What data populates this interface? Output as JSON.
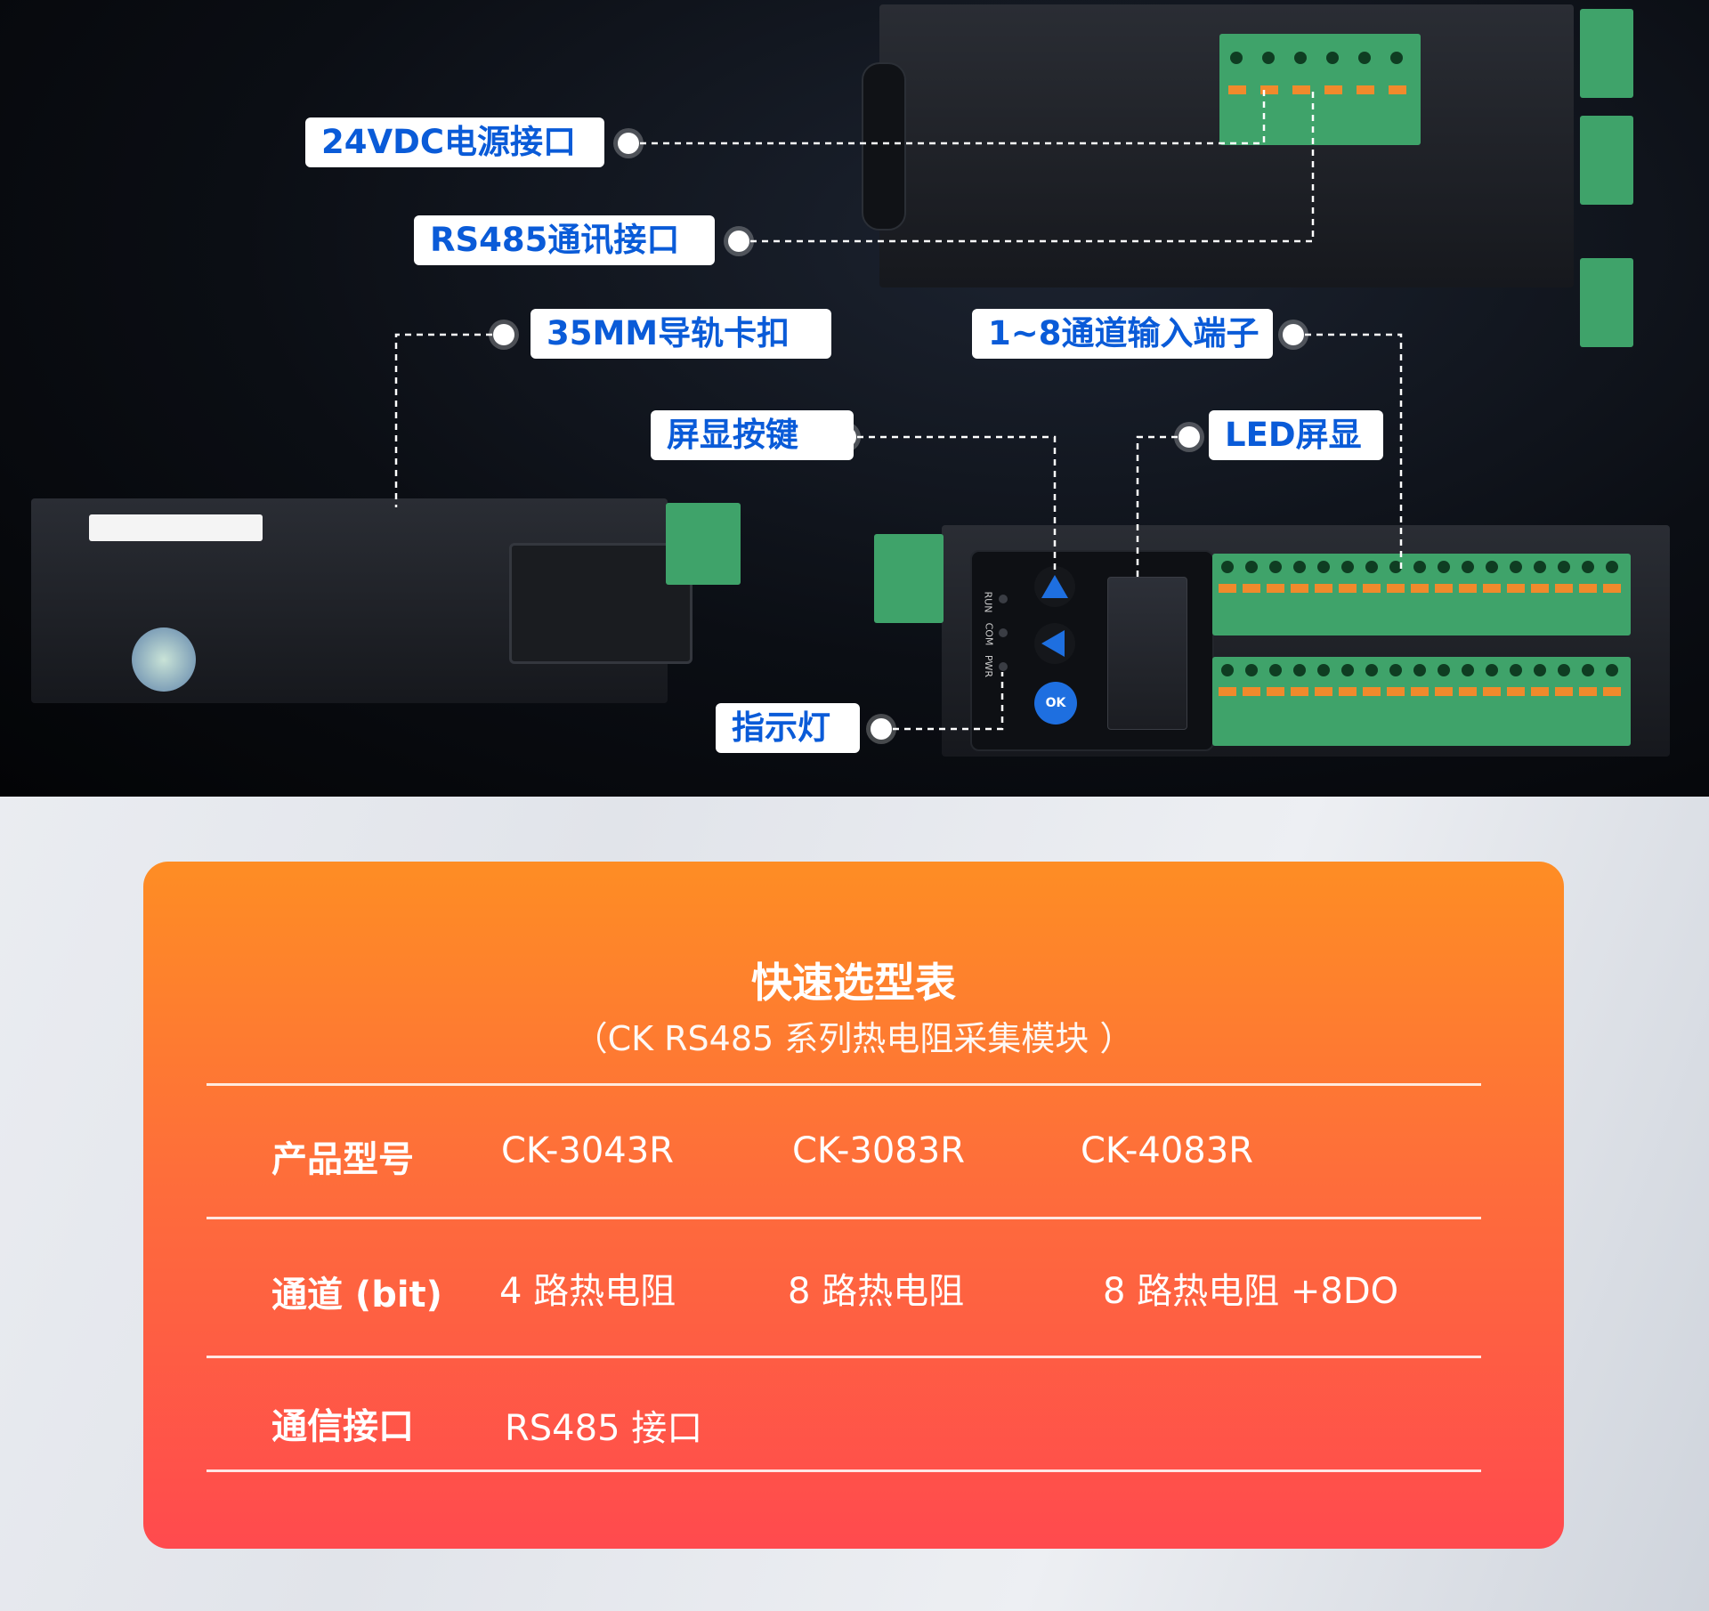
{
  "callouts": {
    "power": "24VDC电源接口",
    "rs485": "RS485通讯接口",
    "rail": "35MM导轨卡扣",
    "inputs": "1~8通道输入端子",
    "buttons": "屏显按键",
    "led": "LED屏显",
    "indicator": "指示灯"
  },
  "device_labels": {
    "run": "RUN",
    "com": "COM",
    "pwr": "PWR",
    "ok": "OK"
  },
  "table": {
    "title": "快速选型表",
    "subtitle": "（CK RS485 系列热电阻采集模块 ）",
    "rows": [
      {
        "label": "产品型号",
        "values": [
          "CK-3043R",
          "CK-3083R",
          "CK-4083R"
        ]
      },
      {
        "label": "通道 (bit)",
        "values": [
          "4 路热电阻",
          "8 路热电阻",
          "8 路热电阻 +8DO"
        ]
      },
      {
        "label": "通信接口",
        "values": [
          "RS485 接口"
        ]
      }
    ]
  },
  "colors": {
    "callout_text": "#0a5bd8",
    "card_top": "#fe8d24",
    "card_bottom": "#ff4a4e",
    "terminal_green": "#3fa36a",
    "button_blue": "#1e6fe0"
  }
}
